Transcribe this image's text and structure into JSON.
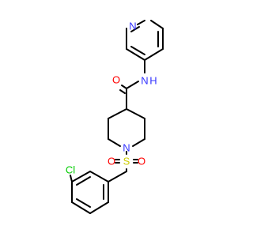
{
  "molecule": {
    "atoms": {
      "pyridine_n": "N",
      "amide_n": "N",
      "amide_nh": "H",
      "carbonyl_o": "O",
      "piperidine_n": "N",
      "sulfur": "S",
      "sulfonyl_o_left": "O",
      "sulfonyl_o_right": "O",
      "chlorine": "Cl"
    },
    "colors": {
      "nitrogen": "#3333ff",
      "oxygen": "#ff0000",
      "sulfur": "#cccc00",
      "chlorine": "#00cc00",
      "bond": "#000000"
    }
  }
}
